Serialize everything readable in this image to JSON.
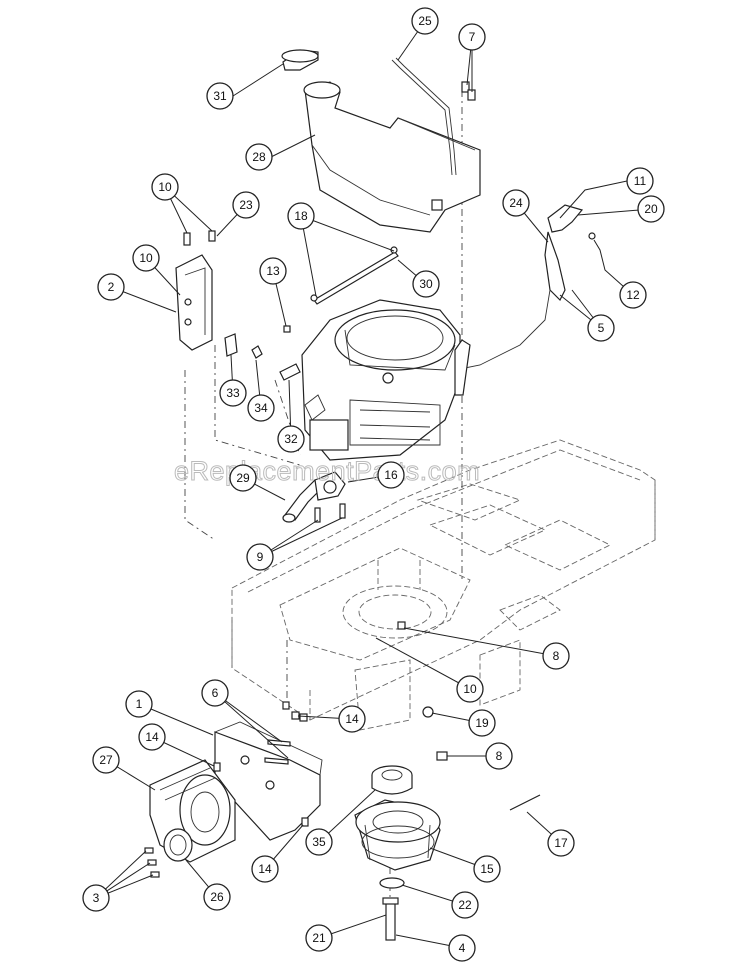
{
  "watermark": "eReplacementParts.com",
  "callouts": [
    {
      "id": "c25",
      "label": "25"
    },
    {
      "id": "c7",
      "label": "7"
    },
    {
      "id": "c31",
      "label": "31"
    },
    {
      "id": "c28",
      "label": "28"
    },
    {
      "id": "c11",
      "label": "11"
    },
    {
      "id": "c10a",
      "label": "10"
    },
    {
      "id": "c23",
      "label": "23"
    },
    {
      "id": "c24",
      "label": "24"
    },
    {
      "id": "c20",
      "label": "20"
    },
    {
      "id": "c18",
      "label": "18"
    },
    {
      "id": "c10b",
      "label": "10"
    },
    {
      "id": "c13",
      "label": "13"
    },
    {
      "id": "c30",
      "label": "30"
    },
    {
      "id": "c2",
      "label": "2"
    },
    {
      "id": "c12",
      "label": "12"
    },
    {
      "id": "c5",
      "label": "5"
    },
    {
      "id": "c33",
      "label": "33"
    },
    {
      "id": "c34",
      "label": "34"
    },
    {
      "id": "c32",
      "label": "32"
    },
    {
      "id": "c29",
      "label": "29"
    },
    {
      "id": "c16",
      "label": "16"
    },
    {
      "id": "c9",
      "label": "9"
    },
    {
      "id": "c8a",
      "label": "8"
    },
    {
      "id": "c10c",
      "label": "10"
    },
    {
      "id": "c1",
      "label": "1"
    },
    {
      "id": "c6",
      "label": "6"
    },
    {
      "id": "c14a",
      "label": "14"
    },
    {
      "id": "c14b",
      "label": "14"
    },
    {
      "id": "c19",
      "label": "19"
    },
    {
      "id": "c27",
      "label": "27"
    },
    {
      "id": "c8b",
      "label": "8"
    },
    {
      "id": "c17",
      "label": "17"
    },
    {
      "id": "c35",
      "label": "35"
    },
    {
      "id": "c15",
      "label": "15"
    },
    {
      "id": "c14c",
      "label": "14"
    },
    {
      "id": "c3",
      "label": "3"
    },
    {
      "id": "c26",
      "label": "26"
    },
    {
      "id": "c22",
      "label": "22"
    },
    {
      "id": "c21",
      "label": "21"
    },
    {
      "id": "c4",
      "label": "4"
    }
  ]
}
